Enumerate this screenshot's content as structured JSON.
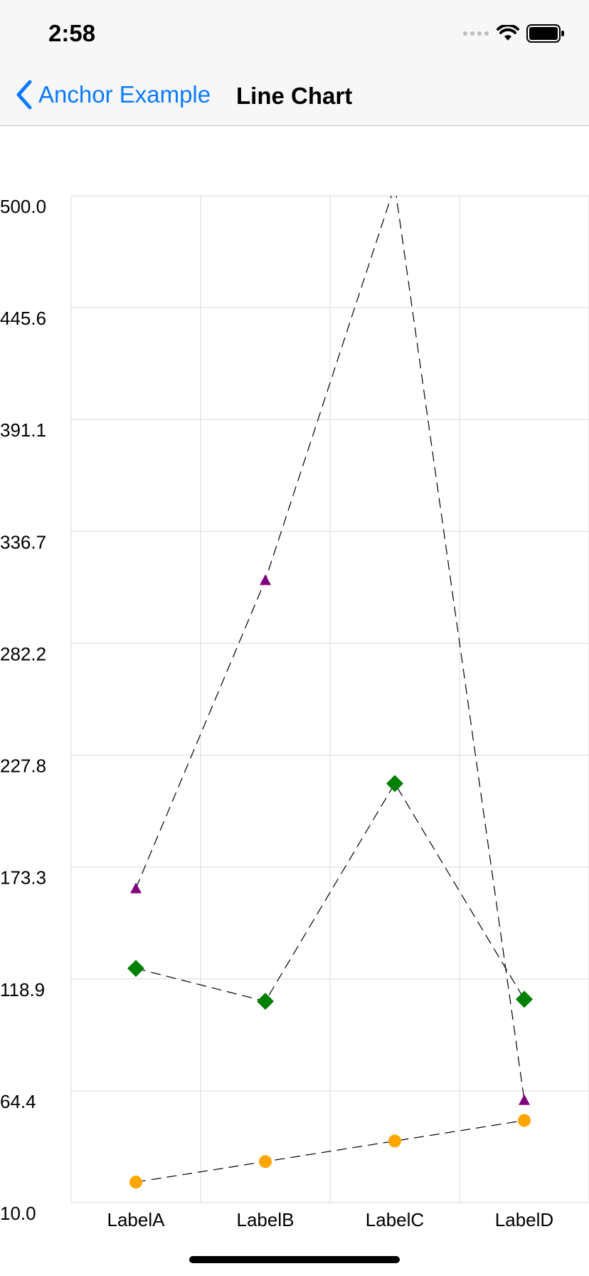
{
  "status_bar": {
    "time": "2:58"
  },
  "nav": {
    "back_label": "Anchor Example",
    "title": "Line Chart"
  },
  "colors": {
    "series_purple": "#800080",
    "series_green": "#008000",
    "series_orange": "#ffa500",
    "grid": "#d9d9d9",
    "accent": "#0a7aff"
  },
  "chart_data": {
    "type": "line",
    "categories": [
      "LabelA",
      "LabelB",
      "LabelC",
      "LabelD"
    ],
    "y_ticks": [
      "500.0",
      "445.6",
      "391.1",
      "336.7",
      "282.2",
      "227.8",
      "173.3",
      "118.9",
      "64.4",
      "10.0"
    ],
    "ylim": [
      10.0,
      500.0
    ],
    "grid": true,
    "line_style": "dashed",
    "series": [
      {
        "marker": "triangle",
        "color": "#800080",
        "values": [
          163,
          313,
          505,
          60
        ]
      },
      {
        "marker": "diamond",
        "color": "#008000",
        "values": [
          124,
          108,
          214,
          109
        ]
      },
      {
        "marker": "circle",
        "color": "#ffa500",
        "values": [
          20,
          30,
          40,
          50
        ]
      }
    ]
  }
}
